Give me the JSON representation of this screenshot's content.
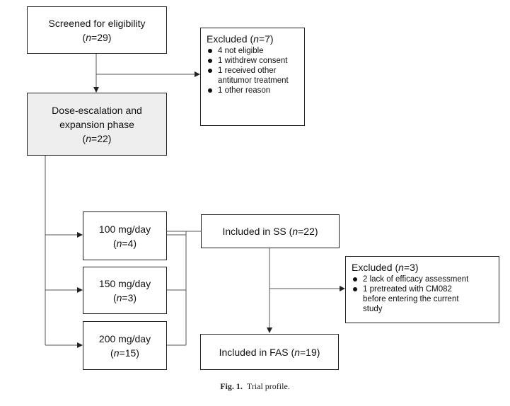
{
  "nodes": {
    "screened": {
      "line1": "Screened for eligibility",
      "n_prefix": "(",
      "n_var": "n",
      "n_value": "=29)"
    },
    "excluded_first": {
      "title_prefix": "Excluded (",
      "title_var": "n",
      "title_value": "=7)",
      "items": [
        [
          "4 not eligible"
        ],
        [
          "1 withdrew consent"
        ],
        [
          "1 received other",
          "antitumor treatment"
        ],
        [
          "1 other reason"
        ]
      ]
    },
    "dose_phase": {
      "line1": "Dose-escalation and",
      "line2": "expansion phase",
      "n_prefix": "(",
      "n_var": "n",
      "n_value": "=22)"
    },
    "dose_100": {
      "line1": "100 mg/day",
      "n_prefix": "(",
      "n_var": "n",
      "n_value": "=4)"
    },
    "dose_150": {
      "line1": "150 mg/day",
      "n_prefix": "(",
      "n_var": "n",
      "n_value": "=3)"
    },
    "dose_200": {
      "line1": "200 mg/day",
      "n_prefix": "(",
      "n_var": "n",
      "n_value": "=15)"
    },
    "included_ss": {
      "label": "Included in SS (",
      "n_var": "n",
      "n_value": "=22)"
    },
    "excluded_second": {
      "title_prefix": "Excluded (",
      "title_var": "n",
      "title_value": "=3)",
      "items": [
        [
          "2 lack of efficacy assessment"
        ],
        [
          "1 pretreated with CM082",
          "before entering the current",
          "study"
        ]
      ]
    },
    "included_fas": {
      "label": "Included in FAS (",
      "n_var": "n",
      "n_value": "=19)"
    }
  },
  "caption": {
    "label": "Fig. 1.",
    "text": "Trial profile."
  }
}
